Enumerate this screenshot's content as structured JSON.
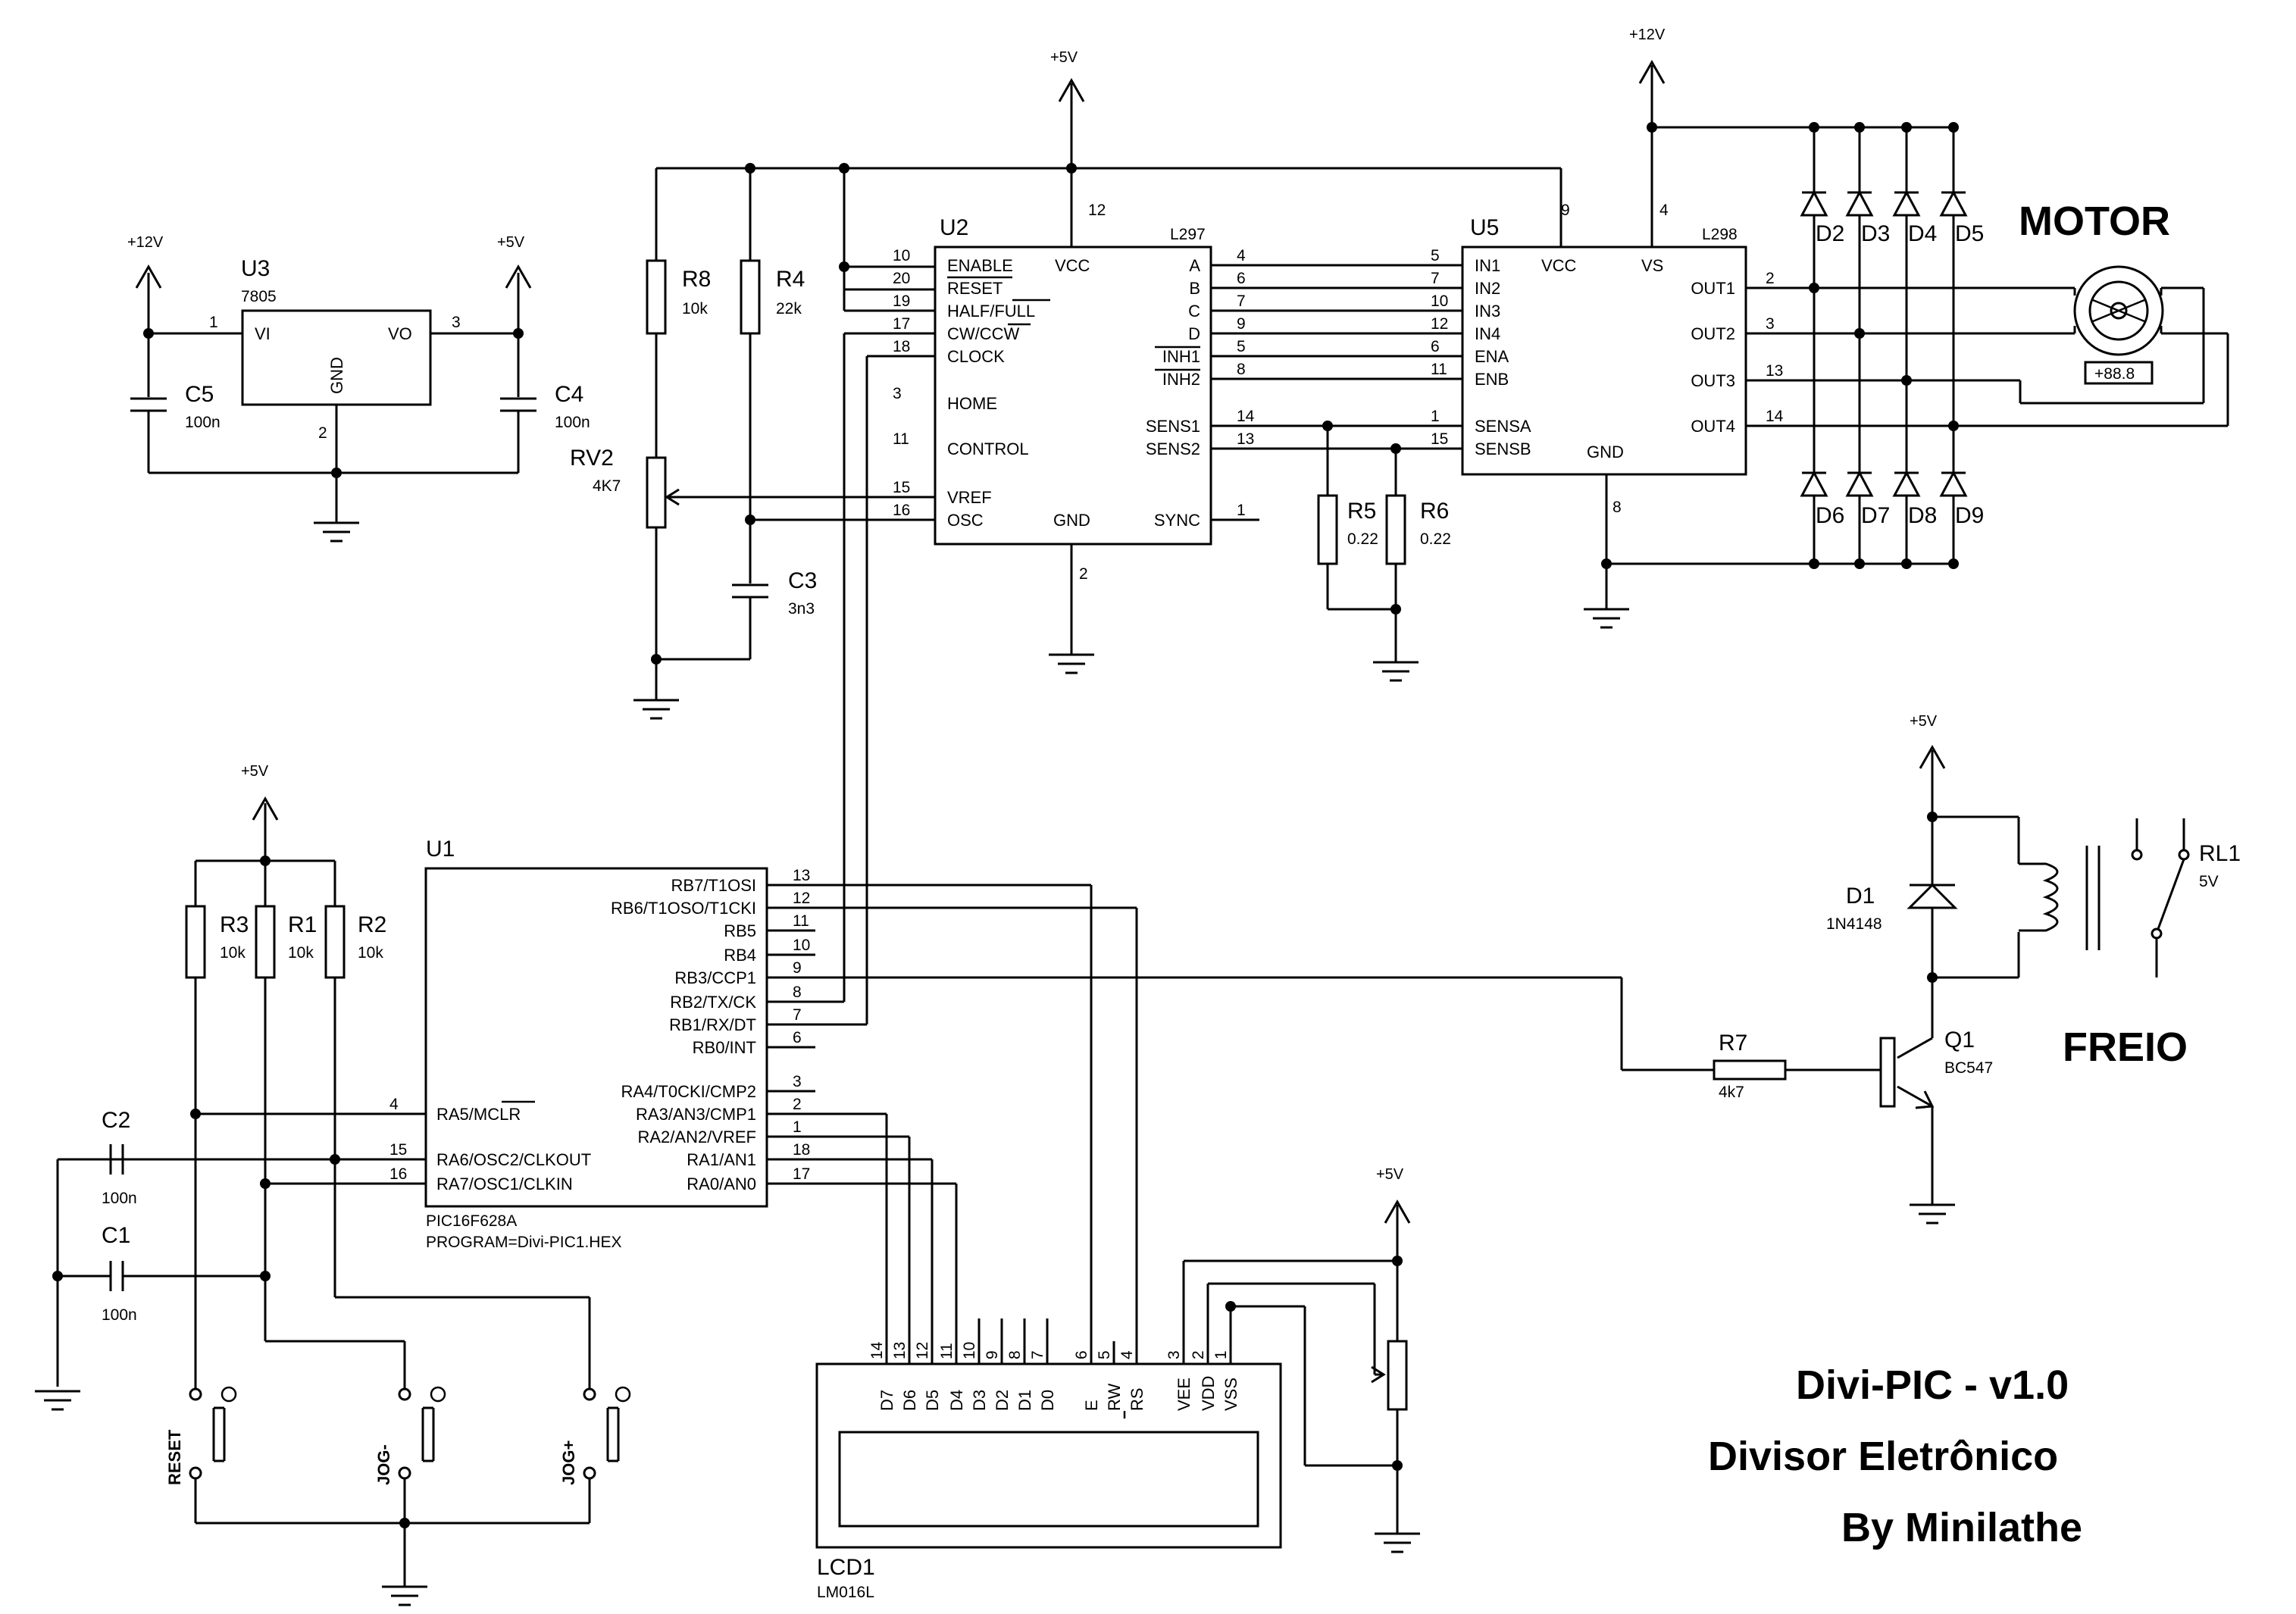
{
  "titles": {
    "motor": "MOTOR",
    "freio": "FREIO",
    "line1": "Divi-PIC - v1.0",
    "line2": "Divisor Eletrônico",
    "line3": "By Minilathe"
  },
  "power": {
    "p12": "+12V",
    "p5": "+5V"
  },
  "u3": {
    "ref": "U3",
    "part": "7805",
    "vi": "VI",
    "vo": "VO",
    "gnd": "GND",
    "p1": "1",
    "p2": "2",
    "p3": "3"
  },
  "c5": {
    "ref": "C5",
    "val": "100n"
  },
  "c4": {
    "ref": "C4",
    "val": "100n"
  },
  "r8": {
    "ref": "R8",
    "val": "10k"
  },
  "r4": {
    "ref": "R4",
    "val": "22k"
  },
  "rv2": {
    "ref": "RV2",
    "val": "4K7"
  },
  "c3": {
    "ref": "C3",
    "val": "3n3"
  },
  "u2": {
    "ref": "U2",
    "part": "L297",
    "vcc": "VCC",
    "gnd": "GND",
    "p12": "12",
    "p2": "2",
    "left_pins": [
      {
        "num": "10",
        "name": "ENABLE"
      },
      {
        "num": "20",
        "name": "RESET"
      },
      {
        "num": "19",
        "name": "HALF/FULL"
      },
      {
        "num": "17",
        "name": "CW/CCW"
      },
      {
        "num": "18",
        "name": "CLOCK"
      },
      {
        "num": "3",
        "name": "HOME"
      },
      {
        "num": "11",
        "name": "CONTROL"
      },
      {
        "num": "15",
        "name": "VREF"
      },
      {
        "num": "16",
        "name": "OSC"
      }
    ],
    "right_pins": [
      {
        "num": "4",
        "name": "A"
      },
      {
        "num": "6",
        "name": "B"
      },
      {
        "num": "7",
        "name": "C"
      },
      {
        "num": "9",
        "name": "D"
      },
      {
        "num": "5",
        "name": "INH1"
      },
      {
        "num": "8",
        "name": "INH2"
      },
      {
        "num": "14",
        "name": "SENS1"
      },
      {
        "num": "13",
        "name": "SENS2"
      },
      {
        "num": "1",
        "name": "SYNC"
      }
    ]
  },
  "u5": {
    "ref": "U5",
    "part": "L298",
    "vcc": "VCC",
    "vs": "VS",
    "gnd": "GND",
    "p9": "9",
    "p4": "4",
    "p8": "8",
    "left_pins": [
      {
        "num": "5",
        "name": "IN1"
      },
      {
        "num": "7",
        "name": "IN2"
      },
      {
        "num": "10",
        "name": "IN3"
      },
      {
        "num": "12",
        "name": "IN4"
      },
      {
        "num": "6",
        "name": "ENA"
      },
      {
        "num": "11",
        "name": "ENB"
      },
      {
        "num": "1",
        "name": "SENSA"
      },
      {
        "num": "15",
        "name": "SENSB"
      }
    ],
    "right_pins": [
      {
        "num": "2",
        "name": "OUT1"
      },
      {
        "num": "3",
        "name": "OUT2"
      },
      {
        "num": "13",
        "name": "OUT3"
      },
      {
        "num": "14",
        "name": "OUT4"
      }
    ]
  },
  "r5": {
    "ref": "R5",
    "val": "0.22"
  },
  "r6": {
    "ref": "R6",
    "val": "0.22"
  },
  "diodes_top": [
    "D2",
    "D3",
    "D4",
    "D5"
  ],
  "diodes_bottom": [
    "D6",
    "D7",
    "D8",
    "D9"
  ],
  "motor_readout": "+88.8",
  "u1": {
    "ref": "U1",
    "part": "PIC16F628A",
    "program": "PROGRAM=Divi-PIC1.HEX",
    "right_pins": [
      {
        "num": "13",
        "name": "RB7/T1OSI"
      },
      {
        "num": "12",
        "name": "RB6/T1OSO/T1CKI"
      },
      {
        "num": "11",
        "name": "RB5"
      },
      {
        "num": "10",
        "name": "RB4"
      },
      {
        "num": "9",
        "name": "RB3/CCP1"
      },
      {
        "num": "8",
        "name": "RB2/TX/CK"
      },
      {
        "num": "7",
        "name": "RB1/RX/DT"
      },
      {
        "num": "6",
        "name": "RB0/INT"
      },
      {
        "num": "3",
        "name": "RA4/T0CKI/CMP2"
      },
      {
        "num": "2",
        "name": "RA3/AN3/CMP1"
      },
      {
        "num": "1",
        "name": "RA2/AN2/VREF"
      },
      {
        "num": "18",
        "name": "RA1/AN1"
      },
      {
        "num": "17",
        "name": "RA0/AN0"
      }
    ],
    "left_pins": [
      {
        "num": "4",
        "name": "RA5/MCLR"
      },
      {
        "num": "15",
        "name": "RA6/OSC2/CLKOUT"
      },
      {
        "num": "16",
        "name": "RA7/OSC1/CLKIN"
      }
    ]
  },
  "r3": {
    "ref": "R3",
    "val": "10k"
  },
  "r1": {
    "ref": "R1",
    "val": "10k"
  },
  "r2": {
    "ref": "R2",
    "val": "10k"
  },
  "c2": {
    "ref": "C2",
    "val": "100n"
  },
  "c1": {
    "ref": "C1",
    "val": "100n"
  },
  "buttons": [
    "RESET",
    "JOG-",
    "JOG+"
  ],
  "lcd": {
    "ref": "LCD1",
    "part": "LM016L",
    "pins": [
      {
        "num": "14",
        "name": "D7"
      },
      {
        "num": "13",
        "name": "D6"
      },
      {
        "num": "12",
        "name": "D5"
      },
      {
        "num": "11",
        "name": "D4"
      },
      {
        "num": "10",
        "name": "D3"
      },
      {
        "num": "9",
        "name": "D2"
      },
      {
        "num": "8",
        "name": "D1"
      },
      {
        "num": "7",
        "name": "D0"
      },
      {
        "num": "6",
        "name": "E"
      },
      {
        "num": "5",
        "name": "RW"
      },
      {
        "num": "4",
        "name": "RS"
      },
      {
        "num": "3",
        "name": "VEE"
      },
      {
        "num": "2",
        "name": "VDD"
      },
      {
        "num": "1",
        "name": "VSS"
      }
    ]
  },
  "d1": {
    "ref": "D1",
    "val": "1N4148"
  },
  "rl1": {
    "ref": "RL1",
    "val": "5V"
  },
  "q1": {
    "ref": "Q1",
    "val": "BC547"
  },
  "r7": {
    "ref": "R7",
    "val": "4k7"
  }
}
